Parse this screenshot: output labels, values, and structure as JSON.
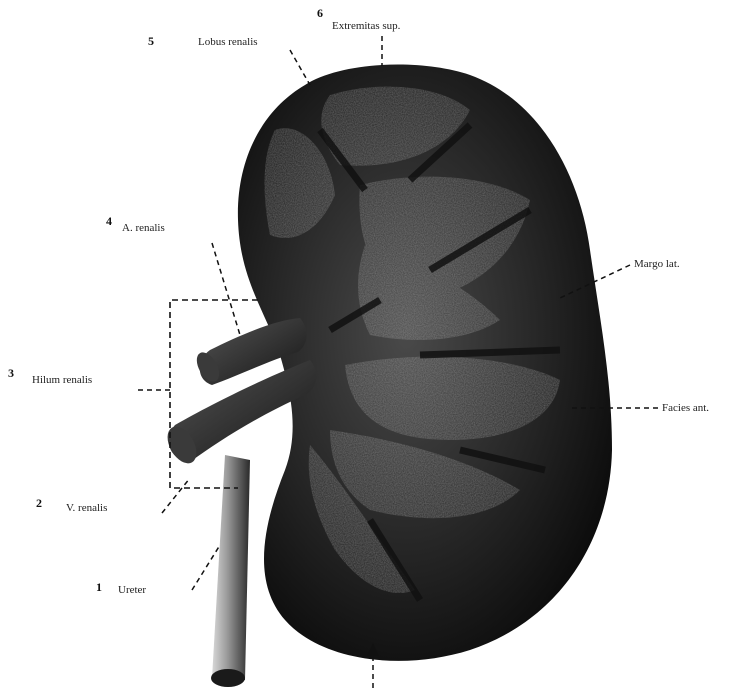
{
  "labels": {
    "n6": "6",
    "n5": "5",
    "n4": "4",
    "n3": "3",
    "n2": "2",
    "n1": "1",
    "extremitas_superior": "Extremitas sup.",
    "lobus_renalis": "Lobus renalis",
    "a_renalis": "A. renalis",
    "margo_lateralis": "Margo lat.",
    "hilum_renale": "Hilum renalis",
    "facies_anterior": "Facies ant.",
    "v_renalis": "V. renalis",
    "ureter": "Ureter"
  }
}
